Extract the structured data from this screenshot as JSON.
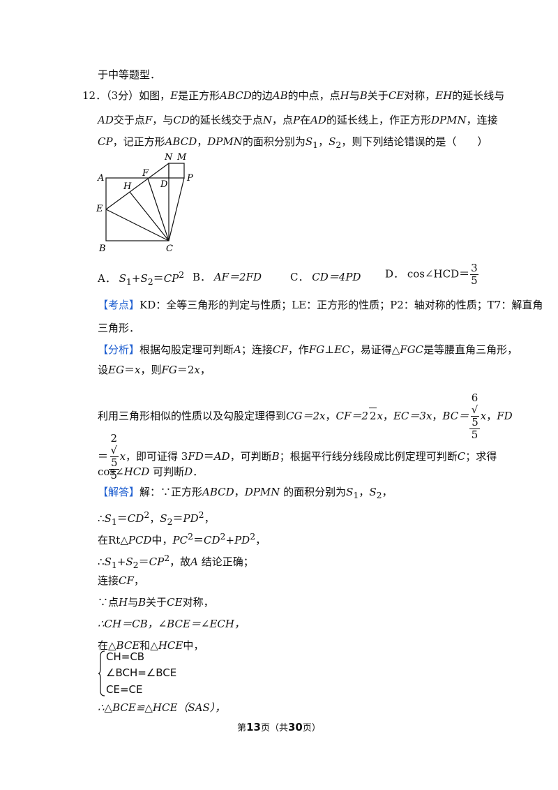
{
  "prev_tail": "于中等题型．",
  "problem": {
    "number": "12．",
    "score": "（3分）",
    "l1a": "如图，",
    "l1b": "是正方形",
    "l1c": "的边",
    "l1d": "的中点，点",
    "l1e": "与",
    "l1f": "关于",
    "l1g": "对称，",
    "l1h": "的延长线与",
    "l2a": "交于点",
    "l2b": "，与",
    "l2c": "的延长线交于点",
    "l2d": "，点",
    "l2e": "在",
    "l2f": "的延长线上，作正方形",
    "l2g": "，连接",
    "l3a": "，记正方形",
    "l3b": "，",
    "l3c": "的面积分别为",
    "l3d": "，则下列结论错误的是（　　）"
  },
  "figure": {
    "labels": {
      "A": "A",
      "B": "B",
      "C": "C",
      "D": "D",
      "E": "E",
      "F": "F",
      "H": "H",
      "N": "N",
      "M": "M",
      "P": "P"
    }
  },
  "options": {
    "a_letter": "A．",
    "b_letter": "B．",
    "b_text": "AF＝2FD",
    "c_letter": "C．",
    "c_text": "CD＝4PD",
    "d_letter": "D．",
    "d_text": "cos∠HCD＝",
    "d_num": "3",
    "d_den": "5"
  },
  "kaodian": {
    "tag": "【考点】",
    "text": "KD：全等三角形的判定与性质；LE：正方形的性质；P2：轴对称的性质；T7：解直角",
    "text2": "三角形．"
  },
  "fenxi": {
    "tag": "【分析】",
    "l1": "根据勾股定理可判断",
    "l1b": "；连接",
    "l1c": "，作",
    "l1d": "，易证得△",
    "l1e": "是等腰直角三角形，",
    "l2a": "设",
    "l2b": "，则",
    "l3a": "利用三角形相似的性质以及勾股定理得到",
    "cg": "CG＝2x",
    "cf1": "CF＝2",
    "cf_rad": "2",
    "ec": "EC＝3x",
    "bc": "BC＝",
    "bc_num_coef": "6",
    "bc_rad": "5",
    "bc_den": "5",
    "fd_num_coef": "2",
    "fd_rad": "5",
    "fd_den": "5",
    "l4": "，即可证得 3",
    "l4b": "，可判断",
    "l4c": "；根据平行线分线段成比例定理可判断",
    "l4d": "；求得",
    "l5": "cos∠",
    "l5b": "可判断"
  },
  "jieda": {
    "tag": "【解答】",
    "l1": "解：∵正方形",
    "l1b": "的面积分别为",
    "l2": "∴",
    "l3a": "在Rt△",
    "l3b": "中，",
    "l4b": "，故",
    "l4c": "结论正确；",
    "l5": "连接",
    "l6a": "∵点",
    "l6b": "与",
    "l6c": "关于",
    "l6d": "对称，",
    "l7": "∴CH＝CB，∠BCE＝∠ECH，",
    "l8a": "在△",
    "l8b": "和△",
    "l8c": "中，",
    "brace1": "CH=CB",
    "brace2": "∠BCH=∠BCE",
    "brace3": "CE=CE",
    "l9": "∴△BCE≌△HCE（SAS），"
  },
  "footer": {
    "pre": "第",
    "page": "13",
    "mid": "页（共",
    "total": "30",
    "post": "页）"
  }
}
